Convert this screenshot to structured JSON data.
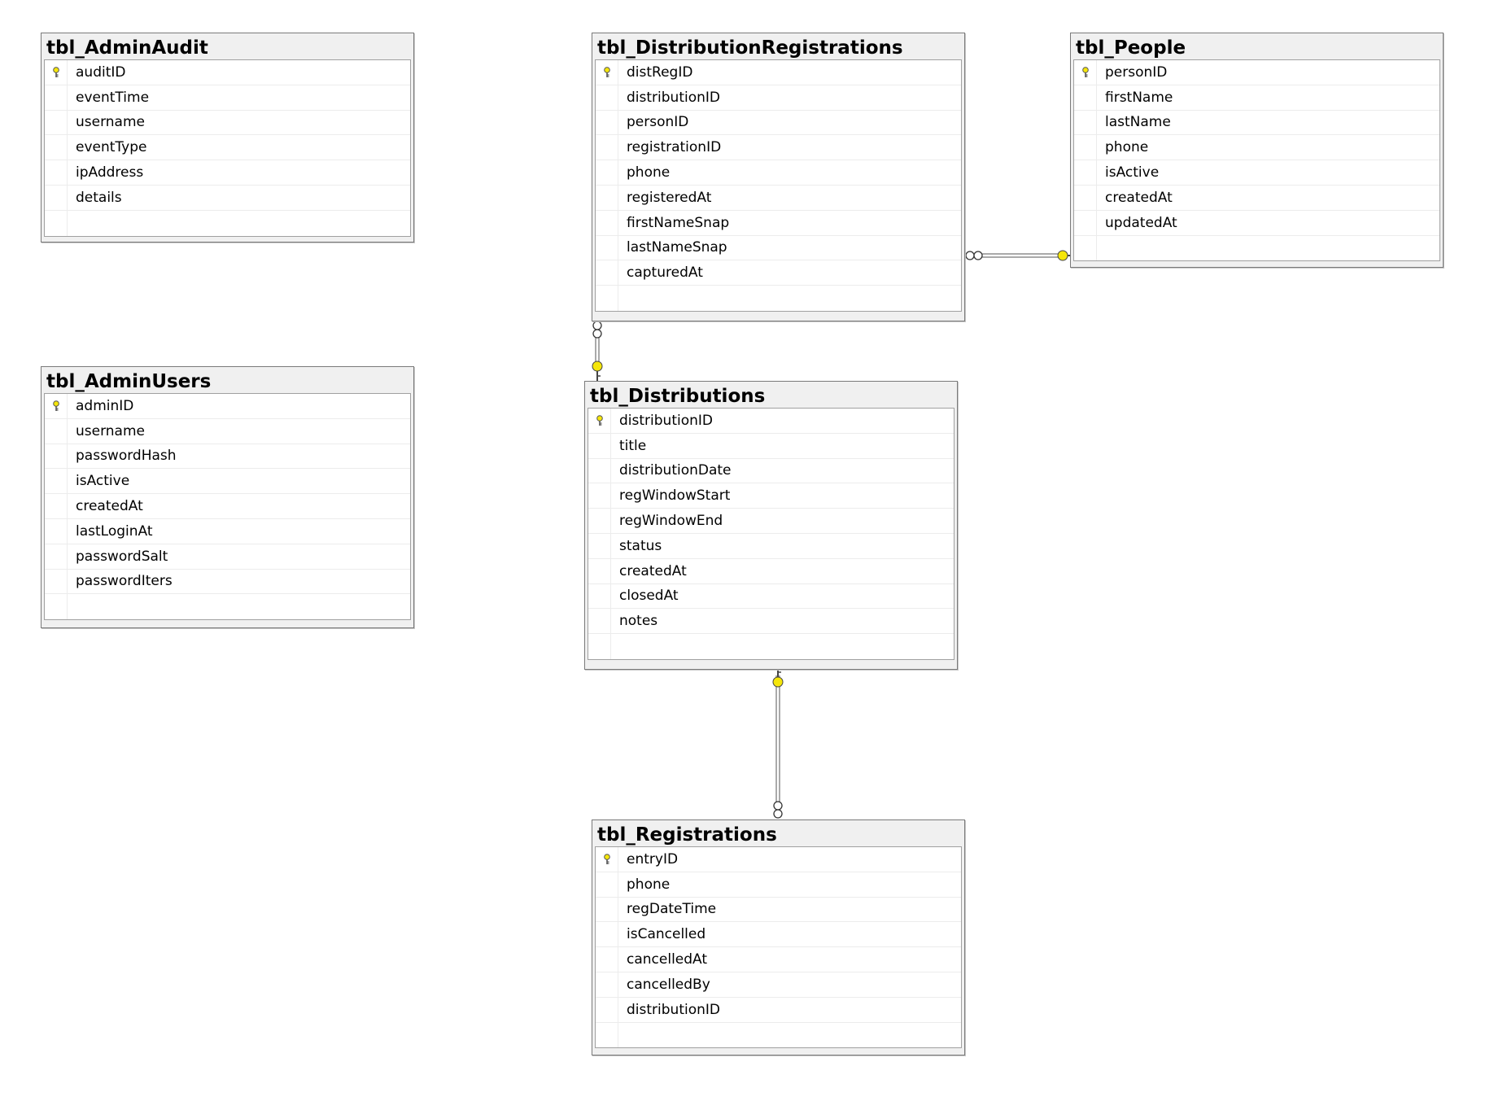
{
  "tables": [
    {
      "name": "tbl_AdminAudit",
      "columns": [
        "auditID",
        "eventTime",
        "username",
        "eventType",
        "ipAddress",
        "details"
      ],
      "pk": 0
    },
    {
      "name": "tbl_DistributionRegistrations",
      "columns": [
        "distRegID",
        "distributionID",
        "personID",
        "registrationID",
        "phone",
        "registeredAt",
        "firstNameSnap",
        "lastNameSnap",
        "capturedAt"
      ],
      "pk": 0
    },
    {
      "name": "tbl_People",
      "columns": [
        "personID",
        "firstName",
        "lastName",
        "phone",
        "isActive",
        "createdAt",
        "updatedAt"
      ],
      "pk": 0
    },
    {
      "name": "tbl_AdminUsers",
      "columns": [
        "adminID",
        "username",
        "passwordHash",
        "isActive",
        "createdAt",
        "lastLoginAt",
        "passwordSalt",
        "passwordIters"
      ],
      "pk": 0
    },
    {
      "name": "tbl_Distributions",
      "columns": [
        "distributionID",
        "title",
        "distributionDate",
        "regWindowStart",
        "regWindowEnd",
        "status",
        "createdAt",
        "closedAt",
        "notes"
      ],
      "pk": 0
    },
    {
      "name": "tbl_Registrations",
      "columns": [
        "entryID",
        "phone",
        "regDateTime",
        "isCancelled",
        "cancelledAt",
        "cancelledBy",
        "distributionID"
      ],
      "pk": 0
    }
  ],
  "relationships": [
    {
      "from": "tbl_DistributionRegistrations",
      "to": "tbl_People",
      "many_end": "infinity",
      "one_end": "key"
    },
    {
      "from": "tbl_DistributionRegistrations",
      "to": "tbl_Distributions",
      "many_end": "infinity",
      "one_end": "key"
    },
    {
      "from": "tbl_Registrations",
      "to": "tbl_Distributions",
      "many_end": "infinity",
      "one_end": "key"
    }
  ],
  "icons": {
    "primary_key": "key-icon",
    "key_color": "#f5e60a"
  }
}
